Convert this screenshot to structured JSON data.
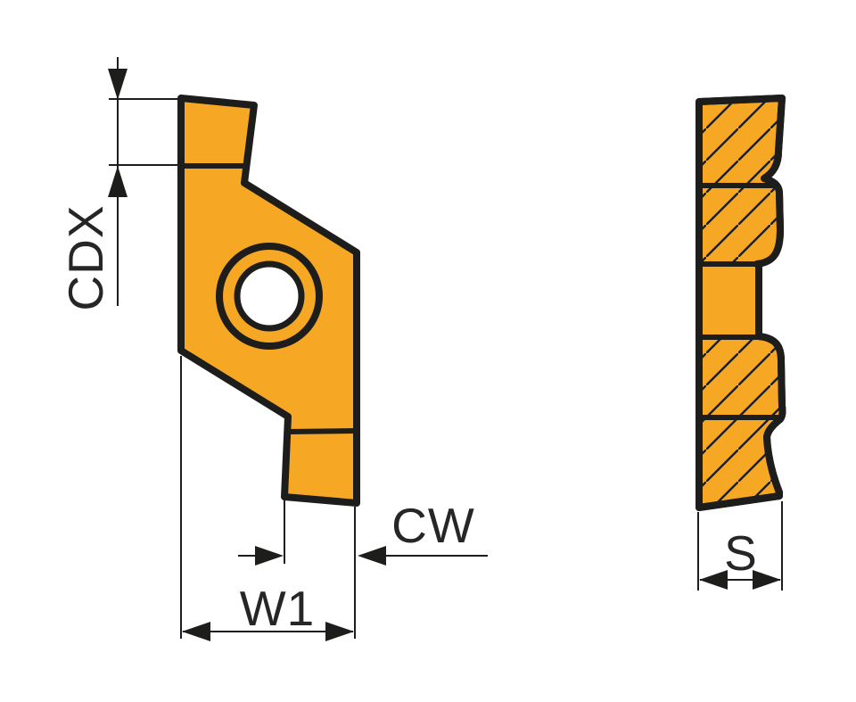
{
  "drawing": {
    "labels": {
      "cdx": "CDX",
      "cw": "CW",
      "w1": "W1",
      "s": "S"
    },
    "colors": {
      "insert_fill": "#F6A724",
      "outline": "#1D1D1B",
      "dimension_text": "#262626",
      "background": "#FFFFFF"
    }
  }
}
